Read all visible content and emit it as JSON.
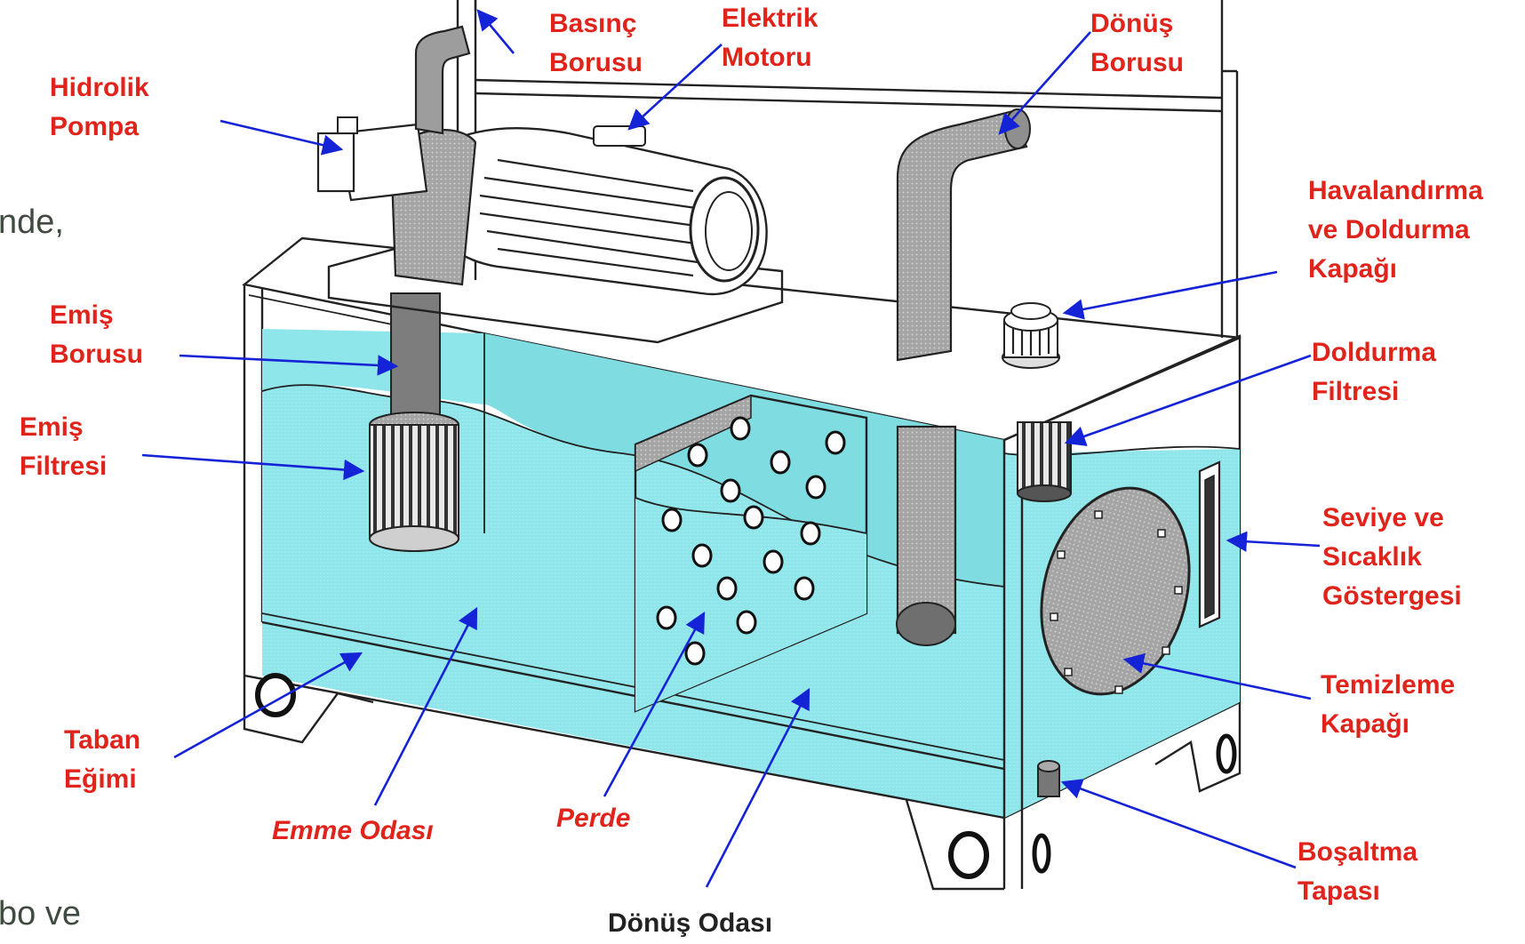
{
  "slide_text": {
    "fragment_top": "nde,",
    "fragment_bottom": "bo ve"
  },
  "labels": {
    "basinc_borusu": [
      "Basınç",
      "Borusu"
    ],
    "elektrik_motoru": [
      "Elektrik",
      "Motoru"
    ],
    "donus_borusu": [
      "Dönüş",
      "Borusu"
    ],
    "hidrolik_pompa": [
      "Hidrolik",
      "Pompa"
    ],
    "havalandirma_kapagi": [
      "Havalandırma",
      "ve Doldurma",
      "Kapağı"
    ],
    "emis_borusu": [
      "Emiş",
      "Borusu"
    ],
    "doldurma_filtresi": [
      "Doldurma",
      "Filtresi"
    ],
    "emis_filtresi": [
      "Emiş",
      "Filtresi"
    ],
    "seviye_gostergesi": [
      "Seviye ve",
      "Sıcaklık",
      "Göstergesi"
    ],
    "temizleme_kapagi": [
      "Temizleme",
      "Kapağı"
    ],
    "taban_egimi": [
      "Taban",
      "Eğimi"
    ],
    "emme_odasi": "Emme Odası",
    "perde": "Perde",
    "bosaltma_tapasi": [
      "Boşaltma",
      "Tapası"
    ],
    "donus_odasi": "Dönüş Odası"
  },
  "colors": {
    "fluid": "#8fe6ea",
    "fluid_dark": "#6fd3da",
    "label_red": "#e0231b",
    "arrow_blue": "#1523d6",
    "metal_grey": "#9d9d9d"
  }
}
